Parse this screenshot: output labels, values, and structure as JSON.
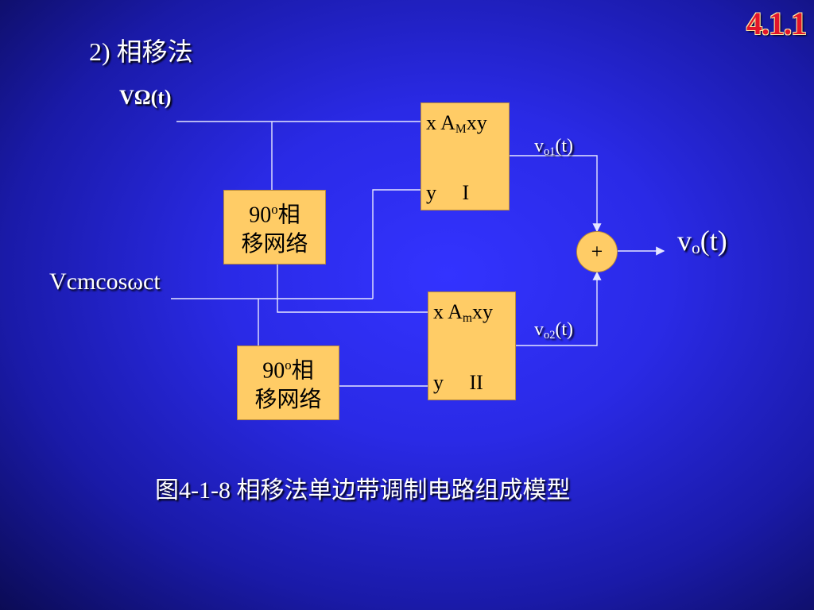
{
  "slide_number": "4.1.1",
  "heading": "2) 相移法",
  "inputs": {
    "modulating": "VΩ(t)",
    "carrier": "Vcmcosωct"
  },
  "multipliers": [
    {
      "x_label": "x A",
      "subscript": "M",
      "x_suffix": "xy",
      "y_label": "y",
      "roman": "I"
    },
    {
      "x_label": "x A",
      "subscript": "m",
      "x_suffix": "xy",
      "y_label": "y",
      "roman": "II"
    }
  ],
  "phase_shifters": [
    {
      "line1_num": "90",
      "line1_sup": "o",
      "line1_text": "相",
      "line2": "移网络"
    },
    {
      "line1_num": "90",
      "line1_sup": "o",
      "line1_text": "相",
      "line2": "移网络"
    }
  ],
  "outputs": {
    "vo1_main": "v",
    "vo1_sub": "o1",
    "vo1_tail": "(t)",
    "vo2_main": "v",
    "vo2_sub": "o2",
    "vo2_tail": "(t)",
    "vo_main": "v",
    "vo_sub": "o",
    "vo_tail": "(t)"
  },
  "adder_symbol": "+",
  "caption": "图4-1-8  相移法单边带调制电路组成模型",
  "colors": {
    "background": "#2a2ae6",
    "block_fill": "#ffcc66",
    "wire": "#e6e6ff",
    "slide_number": "#e3152a"
  }
}
